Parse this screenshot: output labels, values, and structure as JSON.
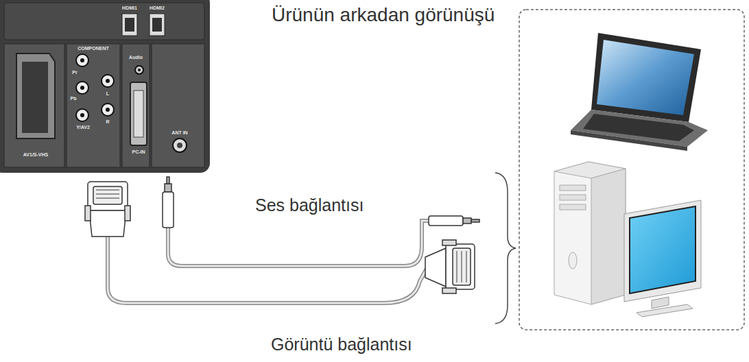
{
  "diagram": {
    "labels": [
      "HDMI1",
      "HDMI2",
      "COMPONENT",
      "Audio",
      "Pr",
      "Pb",
      "L",
      "Y/AV2",
      "R",
      "AV1/S-VHS",
      "PC-IN",
      "ANT IN",
      "Ürünün arkadan görünüşü",
      "Ses bağlantısı",
      "Görüntü bağlantısı"
    ]
  }
}
